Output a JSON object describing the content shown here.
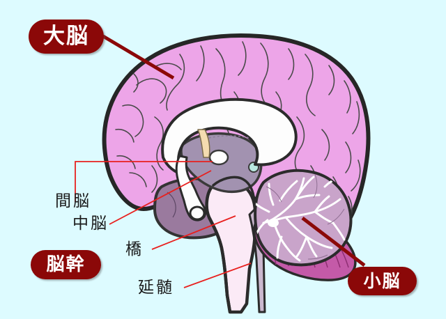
{
  "figure": {
    "subject": "midsagittal-brain-section",
    "background_color": "#ddfbff"
  },
  "palette": {
    "badge_background": "#8b0808",
    "badge_text": "#ffffff",
    "leader_line_dark_red": "#8b0808",
    "leader_line_red": "#e8201e",
    "label_text": "#1a1a1a",
    "cerebrum_fill": "#eda5e8",
    "cerebrum_outline": "#262626",
    "gyri_line": "#4a4a4a",
    "temporal_lobe_fill": "#9a7a9e",
    "thalamus_fill": "#a292b0",
    "corpus_callosum_fill": "#fdfdfd",
    "fornix_fill": "#f4dcb0",
    "brainstem_fill": "#fbeaf6",
    "cerebellum_fill": "#c9a4ca",
    "cerebellum_arbor_vitae": "#ffffff",
    "cerebellum_lower_fill": "#c45aa8"
  },
  "badges": [
    {
      "id": "cerebrum",
      "label": "大脳"
    },
    {
      "id": "brainstem",
      "label": "脳幹"
    },
    {
      "id": "cerebellum",
      "label": "小脳"
    }
  ],
  "inline_labels": [
    {
      "id": "diencephalon",
      "label": "間脳"
    },
    {
      "id": "midbrain",
      "label": "中脳"
    },
    {
      "id": "pons",
      "label": "橋"
    },
    {
      "id": "medulla",
      "label": "延髄"
    }
  ],
  "leader_lines": [
    {
      "from": "badge-cerebrum",
      "to": "cerebrum-cortex",
      "style": "thick-dark-red"
    },
    {
      "from": "badge-cerebellum",
      "to": "cerebellum-body",
      "style": "thick-dark-red"
    },
    {
      "from": "label-diencephalon",
      "to": "thalamus",
      "style": "thin-red-bracket"
    },
    {
      "from": "label-midbrain",
      "to": "midbrain-region",
      "style": "thin-red"
    },
    {
      "from": "label-pons",
      "to": "pons-region",
      "style": "thin-red"
    },
    {
      "from": "label-medulla",
      "to": "medulla-region",
      "style": "thin-red"
    }
  ]
}
